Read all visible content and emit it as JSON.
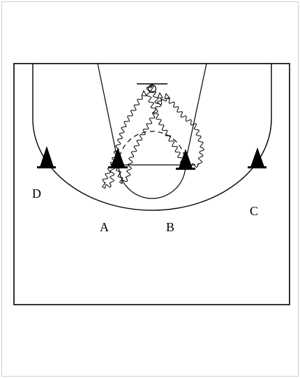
{
  "diagram": {
    "colors": {
      "line": "#000000",
      "background": "#ffffff"
    },
    "positions": {
      "d": "D",
      "a": "A",
      "b": "B",
      "c": "C"
    },
    "cones": [
      "cone-d",
      "cone-a",
      "cone-b",
      "cone-c"
    ],
    "icons": {
      "cone": "traffic-cone-icon",
      "basket": "basket-hoop-icon",
      "path": "dribble-path-icon"
    }
  }
}
